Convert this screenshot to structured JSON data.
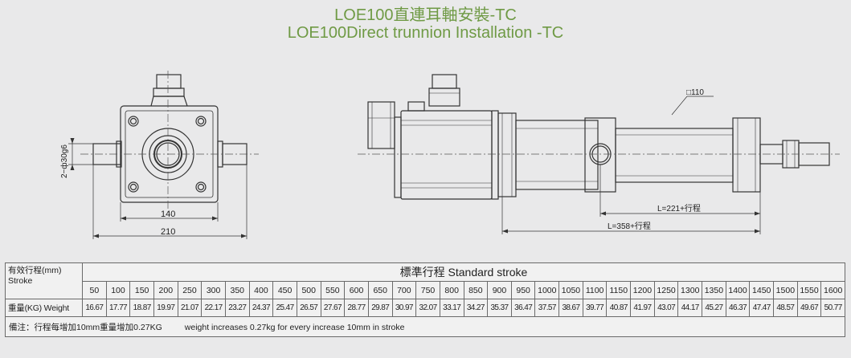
{
  "title": {
    "cn": "LOE100直連耳軸安裝-TC",
    "en": "LOE100Direct trunnion Installation -TC"
  },
  "drawing": {
    "dim_140": "140",
    "dim_210": "210",
    "dim_shaft": "2−ф30g6",
    "dim_square": "□110",
    "dim_l1": "L=221+行程",
    "dim_l2": "L=358+行程"
  },
  "table": {
    "header_label_cn": "有效行程(mm)",
    "header_label_en": "Stroke",
    "header_title": "標準行程   Standard stroke",
    "weight_label": "重量(KG) Weight",
    "strokes": [
      "50",
      "100",
      "150",
      "200",
      "250",
      "300",
      "350",
      "400",
      "450",
      "500",
      "550",
      "600",
      "650",
      "700",
      "750",
      "800",
      "850",
      "900",
      "950",
      "1000",
      "1050",
      "1100",
      "1150",
      "1200",
      "1250",
      "1300",
      "1350",
      "1400",
      "1450",
      "1500",
      "1550",
      "1600"
    ],
    "weights": [
      "16.67",
      "17.77",
      "18.87",
      "19.97",
      "21.07",
      "22.17",
      "23.27",
      "24.37",
      "25.47",
      "26.57",
      "27.67",
      "28.77",
      "29.87",
      "30.97",
      "32.07",
      "33.17",
      "34.27",
      "35.37",
      "36.47",
      "37.57",
      "38.67",
      "39.77",
      "40.87",
      "41.97",
      "43.07",
      "44.17",
      "45.27",
      "46.37",
      "47.47",
      "48.57",
      "49.67",
      "50.77"
    ],
    "note_cn": "備注：行程每增加10mm重量增加0.27KG",
    "note_en": "weight increases 0.27kg for every increase 10mm in stroke"
  }
}
